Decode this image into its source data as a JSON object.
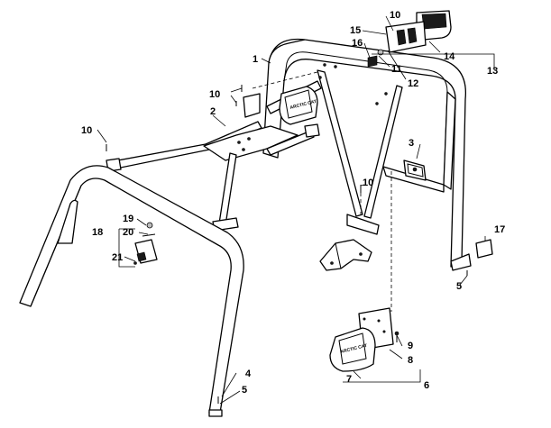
{
  "callouts": {
    "c1": "1",
    "c2": "2",
    "c3": "3",
    "c4": "4",
    "c5a": "5",
    "c5b": "5",
    "c6": "6",
    "c7": "7",
    "c8": "8",
    "c9": "9",
    "c10a": "10",
    "c10b": "10",
    "c10c": "10",
    "c10d": "10",
    "c11": "11",
    "c12": "12",
    "c13": "13",
    "c14": "14",
    "c15": "15",
    "c16": "16",
    "c17": "17",
    "c18": "18",
    "c19": "19",
    "c20": "20",
    "c21": "21"
  },
  "plates": {
    "upper_plate": "ARCTIC CAT",
    "lower_plate": "ARCTIC CAT"
  }
}
